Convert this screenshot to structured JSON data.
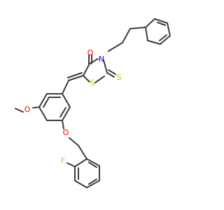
{
  "molecule": {
    "atoms": [
      {
        "id": "o_carbonyl",
        "symbol": "O",
        "color": "#ff0000"
      },
      {
        "id": "n_ring",
        "symbol": "N",
        "color": "#0000ff"
      },
      {
        "id": "s_exo",
        "symbol": "S",
        "color": "#c6c600"
      },
      {
        "id": "s_ring",
        "symbol": "S",
        "color": "#c6c600"
      },
      {
        "id": "o_methoxy",
        "symbol": "O",
        "color": "#ff0000"
      },
      {
        "id": "o_ether",
        "symbol": "O",
        "color": "#ff0000"
      },
      {
        "id": "f",
        "symbol": "F",
        "color": "#90e050"
      }
    ],
    "bond_color": "#3c3c3c",
    "background": "#ffffff"
  }
}
